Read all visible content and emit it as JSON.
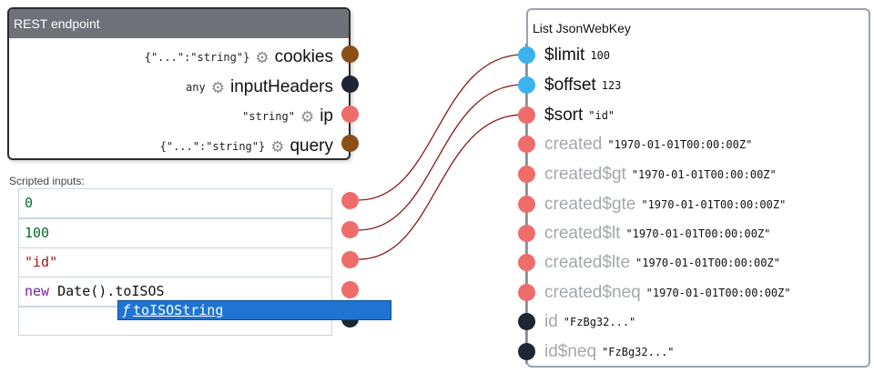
{
  "rest_node": {
    "title": "REST endpoint",
    "outputs": [
      {
        "type": "{\"...\":\"string\"}",
        "name": "cookies",
        "port_color": "#8a5018"
      },
      {
        "type": "any",
        "name": "inputHeaders",
        "port_color": "#1e2533"
      },
      {
        "type": "\"string\"",
        "name": "ip",
        "port_color": "#ee6d6b"
      },
      {
        "type": "{\"...\":\"string\"}",
        "name": "query",
        "port_color": "#8a5018"
      }
    ]
  },
  "scripted": {
    "label": "Scripted inputs:",
    "inputs": [
      "0",
      "100",
      "\"id\""
    ],
    "editing": {
      "keyword": "new",
      "rest": " Date().toISOS"
    },
    "autocomplete": {
      "icon": "ƒ",
      "suggestion": "toISOString"
    }
  },
  "list_node": {
    "title": "List JsonWebKey",
    "inputs": [
      {
        "name": "$limit",
        "value": "100",
        "port_color": "#3bb3ec"
      },
      {
        "name": "$offset",
        "value": "123",
        "port_color": "#3bb3ec"
      },
      {
        "name": "$sort",
        "value": "\"id\"",
        "port_color": "#ee6d6b"
      },
      {
        "name": "created",
        "value": "\"1970-01-01T00:00:00Z\"",
        "port_color": "#ee6d6b"
      },
      {
        "name": "created$gt",
        "value": "\"1970-01-01T00:00:00Z\"",
        "port_color": "#ee6d6b"
      },
      {
        "name": "created$gte",
        "value": "\"1970-01-01T00:00:00Z\"",
        "port_color": "#ee6d6b"
      },
      {
        "name": "created$lt",
        "value": "\"1970-01-01T00:00:00Z\"",
        "port_color": "#ee6d6b"
      },
      {
        "name": "created$lte",
        "value": "\"1970-01-01T00:00:00Z\"",
        "port_color": "#ee6d6b"
      },
      {
        "name": "created$neq",
        "value": "\"1970-01-01T00:00:00Z\"",
        "port_color": "#ee6d6b"
      },
      {
        "name": "id",
        "value": "\"FzBg32...\"",
        "port_color": "#1e2533"
      },
      {
        "name": "id$neq",
        "value": "\"FzBg32...\"",
        "port_color": "#1e2533"
      }
    ]
  },
  "colors": {
    "wire": "#8b1a1a",
    "autocomplete_bg": "#1f74d2",
    "header_bg": "#6f7178"
  }
}
